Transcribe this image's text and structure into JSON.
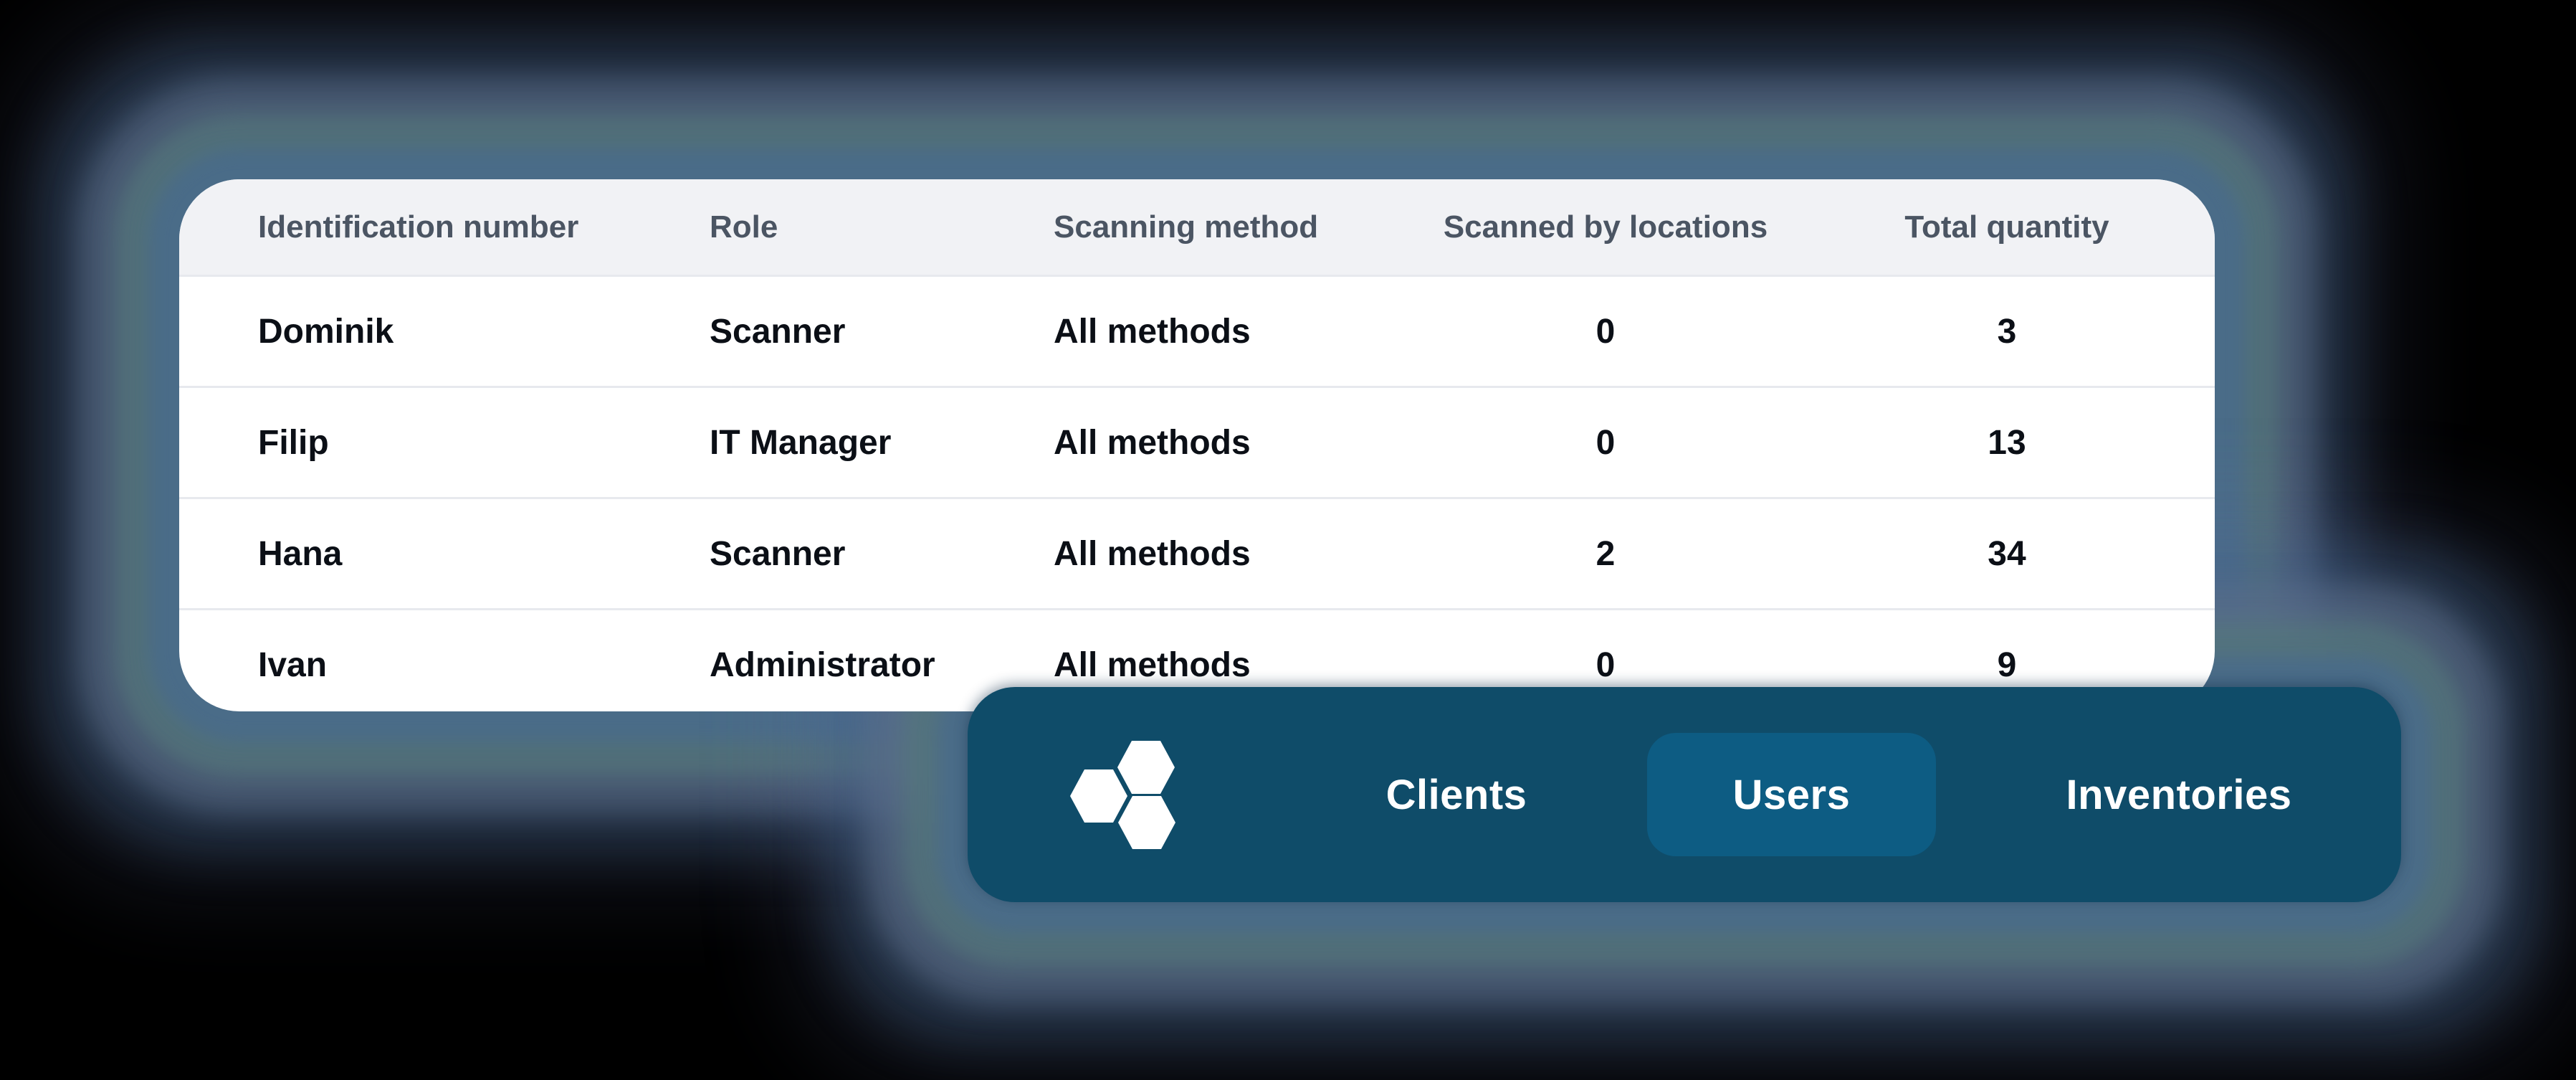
{
  "table": {
    "columns": [
      "Identification number",
      "Role",
      "Scanning method",
      "Scanned by locations",
      "Total quantity"
    ],
    "rows": [
      [
        "Dominik",
        "Scanner",
        "All methods",
        "0",
        "3"
      ],
      [
        "Filip",
        "IT Manager",
        "All methods",
        "0",
        "13"
      ],
      [
        "Hana",
        "Scanner",
        "All methods",
        "2",
        "34"
      ],
      [
        "Ivan",
        "Administrator",
        "All methods",
        "0",
        "9"
      ]
    ]
  },
  "navbar": {
    "logo_icon": "hexagons-logo",
    "tabs": [
      {
        "label": "Clients",
        "active": false
      },
      {
        "label": "Users",
        "active": true
      },
      {
        "label": "Inventories",
        "active": false
      }
    ]
  },
  "colors": {
    "page_bg": "#000000",
    "card_bg": "#FFFFFF",
    "thead_bg": "#F1F2F5",
    "thead_text": "#4B5563",
    "cell_text": "#0B0F16",
    "divider": "#E7E9EE",
    "nav_bg": "#0F4C69",
    "nav_active_bg": "#0D5C83",
    "nav_text": "#FFFFFF",
    "glow": "#4A6C89"
  }
}
